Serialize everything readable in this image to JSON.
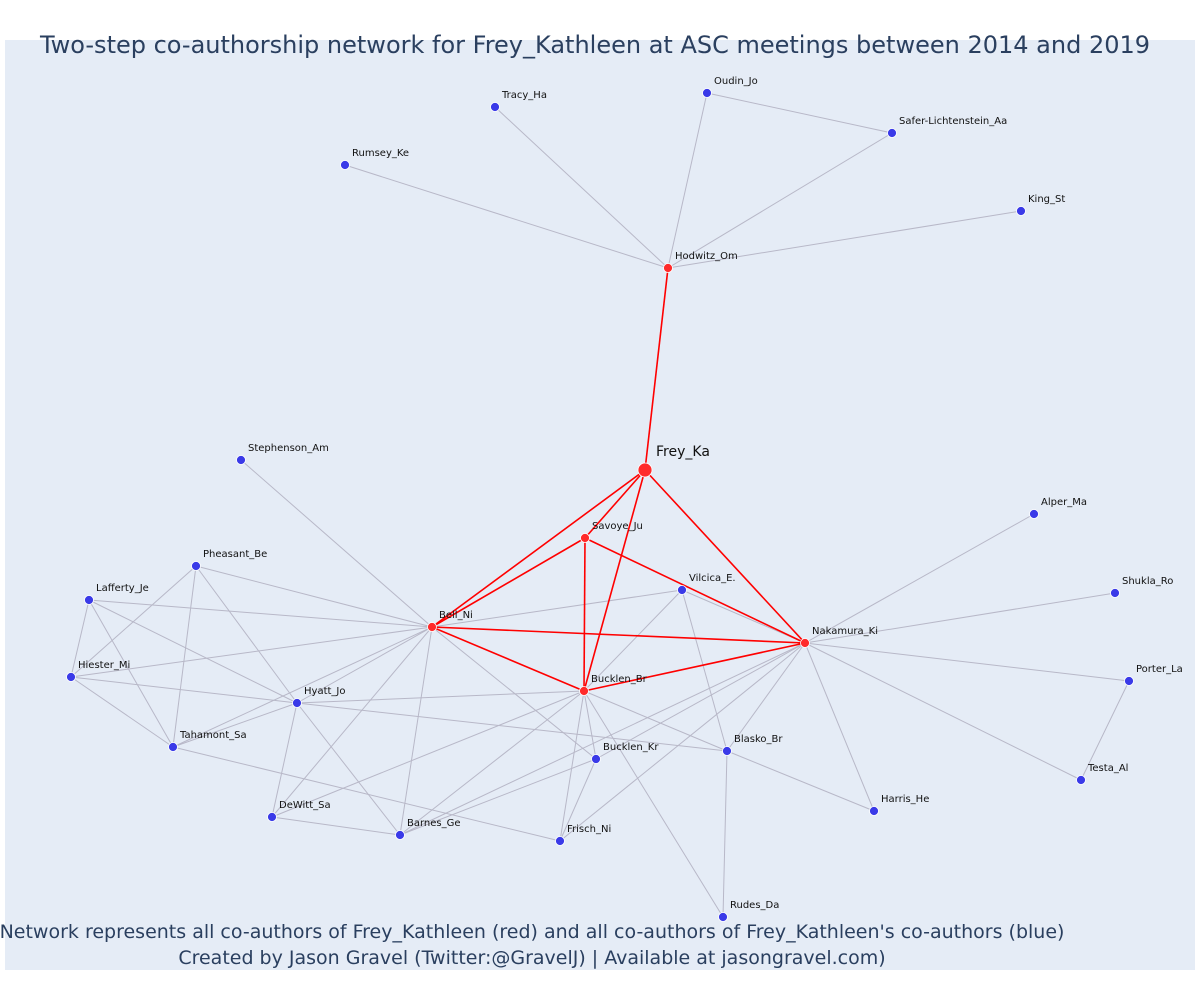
{
  "title": "Two-step co-authorship network for Frey_Kathleen at ASC meetings between 2014 and 2019",
  "caption": {
    "line1": "Network represents all co-authors of Frey_Kathleen (red) and all co-authors of Frey_Kathleen's co-authors (blue)",
    "line2": "Created by Jason Gravel (Twitter:@GravelJ) | Available at jasongravel.com)"
  },
  "colors": {
    "background": "#e5ecf6",
    "red_node": "#ff2a2a",
    "blue_node": "#3a3ae8",
    "red_edge": "#ff0000",
    "grey_edge": "#b8b8c8",
    "text": "#2a3f5f"
  },
  "nodes": [
    {
      "id": "Frey_Ka",
      "group": "focal"
    },
    {
      "id": "Hodwitz_Om",
      "group": "red"
    },
    {
      "id": "Savoye_Ju",
      "group": "red"
    },
    {
      "id": "Bell_Ni",
      "group": "red"
    },
    {
      "id": "Bucklen_Br",
      "group": "red"
    },
    {
      "id": "Nakamura_Ki",
      "group": "red"
    },
    {
      "id": "Tracy_Ha",
      "group": "blue"
    },
    {
      "id": "Oudin_Jo",
      "group": "blue"
    },
    {
      "id": "Safer-Lichtenstein_Aa",
      "group": "blue"
    },
    {
      "id": "Rumsey_Ke",
      "group": "blue"
    },
    {
      "id": "King_St",
      "group": "blue"
    },
    {
      "id": "Stephenson_Am",
      "group": "blue"
    },
    {
      "id": "Alper_Ma",
      "group": "blue"
    },
    {
      "id": "Pheasant_Be",
      "group": "blue"
    },
    {
      "id": "Lafferty_Je",
      "group": "blue"
    },
    {
      "id": "Vilcica_E.",
      "group": "blue"
    },
    {
      "id": "Shukla_Ro",
      "group": "blue"
    },
    {
      "id": "Hiester_Mi",
      "group": "blue"
    },
    {
      "id": "Porter_La",
      "group": "blue"
    },
    {
      "id": "Hyatt_Jo",
      "group": "blue"
    },
    {
      "id": "Tahamont_Sa",
      "group": "blue"
    },
    {
      "id": "Blasko_Br",
      "group": "blue"
    },
    {
      "id": "Bucklen_Kr",
      "group": "blue"
    },
    {
      "id": "Testa_Al",
      "group": "blue"
    },
    {
      "id": "Harris_He",
      "group": "blue"
    },
    {
      "id": "DeWitt_Sa",
      "group": "blue"
    },
    {
      "id": "Barnes_Ge",
      "group": "blue"
    },
    {
      "id": "Frisch_Ni",
      "group": "blue"
    },
    {
      "id": "Rudes_Da",
      "group": "blue"
    }
  ],
  "edges": [
    [
      "Frey_Ka",
      "Hodwitz_Om",
      "red"
    ],
    [
      "Frey_Ka",
      "Savoye_Ju",
      "red"
    ],
    [
      "Frey_Ka",
      "Bell_Ni",
      "red"
    ],
    [
      "Frey_Ka",
      "Bucklen_Br",
      "red"
    ],
    [
      "Frey_Ka",
      "Nakamura_Ki",
      "red"
    ],
    [
      "Savoye_Ju",
      "Bell_Ni",
      "red"
    ],
    [
      "Savoye_Ju",
      "Bucklen_Br",
      "red"
    ],
    [
      "Savoye_Ju",
      "Nakamura_Ki",
      "red"
    ],
    [
      "Bell_Ni",
      "Bucklen_Br",
      "red"
    ],
    [
      "Bell_Ni",
      "Nakamura_Ki",
      "red"
    ],
    [
      "Bucklen_Br",
      "Nakamura_Ki",
      "red"
    ],
    [
      "Hodwitz_Om",
      "Tracy_Ha",
      "grey"
    ],
    [
      "Hodwitz_Om",
      "Oudin_Jo",
      "grey"
    ],
    [
      "Hodwitz_Om",
      "Safer-Lichtenstein_Aa",
      "grey"
    ],
    [
      "Hodwitz_Om",
      "Rumsey_Ke",
      "grey"
    ],
    [
      "Hodwitz_Om",
      "King_St",
      "grey"
    ],
    [
      "Oudin_Jo",
      "Safer-Lichtenstein_Aa",
      "grey"
    ],
    [
      "Bell_Ni",
      "Stephenson_Am",
      "grey"
    ],
    [
      "Bell_Ni",
      "Pheasant_Be",
      "grey"
    ],
    [
      "Bell_Ni",
      "Lafferty_Je",
      "grey"
    ],
    [
      "Bell_Ni",
      "Hiester_Mi",
      "grey"
    ],
    [
      "Bell_Ni",
      "Hyatt_Jo",
      "grey"
    ],
    [
      "Bell_Ni",
      "Tahamont_Sa",
      "grey"
    ],
    [
      "Bell_Ni",
      "Vilcica_E.",
      "grey"
    ],
    [
      "Bell_Ni",
      "DeWitt_Sa",
      "grey"
    ],
    [
      "Bell_Ni",
      "Barnes_Ge",
      "grey"
    ],
    [
      "Bell_Ni",
      "Bucklen_Kr",
      "grey"
    ],
    [
      "Pheasant_Be",
      "Hiester_Mi",
      "grey"
    ],
    [
      "Pheasant_Be",
      "Hyatt_Jo",
      "grey"
    ],
    [
      "Pheasant_Be",
      "Tahamont_Sa",
      "grey"
    ],
    [
      "Lafferty_Je",
      "Hiester_Mi",
      "grey"
    ],
    [
      "Lafferty_Je",
      "Hyatt_Jo",
      "grey"
    ],
    [
      "Lafferty_Je",
      "Tahamont_Sa",
      "grey"
    ],
    [
      "Hiester_Mi",
      "Hyatt_Jo",
      "grey"
    ],
    [
      "Hiester_Mi",
      "Tahamont_Sa",
      "grey"
    ],
    [
      "Hyatt_Jo",
      "Tahamont_Sa",
      "grey"
    ],
    [
      "Hyatt_Jo",
      "DeWitt_Sa",
      "grey"
    ],
    [
      "Hyatt_Jo",
      "Barnes_Ge",
      "grey"
    ],
    [
      "Hyatt_Jo",
      "Bucklen_Br",
      "grey"
    ],
    [
      "Hyatt_Jo",
      "Blasko_Br",
      "grey"
    ],
    [
      "Tahamont_Sa",
      "Frisch_Ni",
      "grey"
    ],
    [
      "DeWitt_Sa",
      "Barnes_Ge",
      "grey"
    ],
    [
      "Bucklen_Br",
      "DeWitt_Sa",
      "grey"
    ],
    [
      "Bucklen_Br",
      "Barnes_Ge",
      "grey"
    ],
    [
      "Bucklen_Br",
      "Frisch_Ni",
      "grey"
    ],
    [
      "Bucklen_Br",
      "Bucklen_Kr",
      "grey"
    ],
    [
      "Bucklen_Br",
      "Blasko_Br",
      "grey"
    ],
    [
      "Bucklen_Br",
      "Rudes_Da",
      "grey"
    ],
    [
      "Bucklen_Br",
      "Vilcica_E.",
      "grey"
    ],
    [
      "Bucklen_Kr",
      "Barnes_Ge",
      "grey"
    ],
    [
      "Bucklen_Kr",
      "Frisch_Ni",
      "grey"
    ],
    [
      "Vilcica_E.",
      "Blasko_Br",
      "grey"
    ],
    [
      "Vilcica_E.",
      "Nakamura_Ki",
      "grey"
    ],
    [
      "Nakamura_Ki",
      "Alper_Ma",
      "grey"
    ],
    [
      "Nakamura_Ki",
      "Shukla_Ro",
      "grey"
    ],
    [
      "Nakamura_Ki",
      "Porter_La",
      "grey"
    ],
    [
      "Nakamura_Ki",
      "Testa_Al",
      "grey"
    ],
    [
      "Nakamura_Ki",
      "Harris_He",
      "grey"
    ],
    [
      "Nakamura_Ki",
      "Blasko_Br",
      "grey"
    ],
    [
      "Nakamura_Ki",
      "Bucklen_Kr",
      "grey"
    ],
    [
      "Nakamura_Ki",
      "Frisch_Ni",
      "grey"
    ],
    [
      "Nakamura_Ki",
      "Barnes_Ge",
      "grey"
    ],
    [
      "Blasko_Br",
      "Rudes_Da",
      "grey"
    ],
    [
      "Blasko_Br",
      "Harris_He",
      "grey"
    ],
    [
      "Porter_La",
      "Testa_Al",
      "grey"
    ]
  ]
}
